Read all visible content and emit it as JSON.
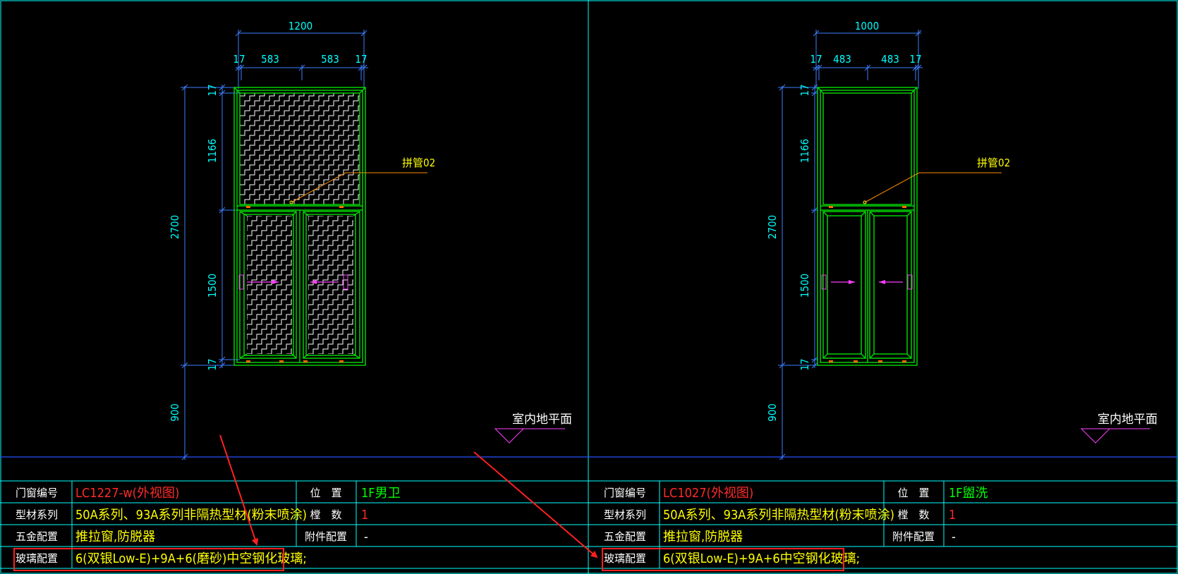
{
  "colors": {
    "background": "#000000",
    "border": "#00ffff",
    "dimension": "#3d7fff",
    "dimension_text": "#00ffff",
    "frame": "#00e000",
    "hatch": "#ffffff",
    "leader": "#ff8c00",
    "leader_text": "#ffff00",
    "hinge": "#ff3fff",
    "code_text": "#ff2a2a",
    "value_text": "#ffff00",
    "location_text": "#00ff00",
    "label_text": "#ffffff",
    "ground_line": "#2850ff",
    "ground_symbol": "#ff3fff",
    "highlight_box": "#ff2020",
    "arrow": "#ff2020"
  },
  "left_window": {
    "dim_total_width": "1200",
    "dim_sub_widths": [
      "17",
      "583",
      "583",
      "17"
    ],
    "dim_total_height": "2700",
    "dim_sub_heights": [
      "17",
      "1166",
      "1500",
      "17"
    ],
    "dim_sill_height": "900",
    "leader_label": "拼管02",
    "glass_pattern": "frosted-hatch",
    "floor_label": "室内地平面"
  },
  "right_window": {
    "dim_total_width": "1000",
    "dim_sub_widths": [
      "17",
      "483",
      "483",
      "17"
    ],
    "dim_total_height": "2700",
    "dim_sub_heights": [
      "17",
      "1166",
      "1500",
      "17"
    ],
    "dim_sill_height": "900",
    "leader_label": "拼管02",
    "glass_pattern": "clear",
    "floor_label": "室内地平面"
  },
  "left_table": {
    "rows": [
      {
        "label": "门窗编号",
        "value": "LC1227-w(外视图)",
        "label2": "位　置",
        "value2": "1F男卫"
      },
      {
        "label": "型材系列",
        "value": "50A系列、93A系列非隔热型材(粉末喷涂)",
        "label2": "樘　数",
        "value2": "1"
      },
      {
        "label": "五金配置",
        "value": "推拉窗,防脱器",
        "label2": "附件配置",
        "value2": "-"
      },
      {
        "label": "玻璃配置",
        "value": "6(双银Low-E)+9A+6(磨砂)中空钢化玻璃;"
      }
    ]
  },
  "right_table": {
    "rows": [
      {
        "label": "门窗编号",
        "value": "LC1027(外视图)",
        "label2": "位　置",
        "value2": "1F盥洗"
      },
      {
        "label": "型材系列",
        "value": "50A系列、93A系列非隔热型材(粉末喷涂)",
        "label2": "樘　数",
        "value2": "1"
      },
      {
        "label": "五金配置",
        "value": "推拉窗,防脱器",
        "label2": "附件配置",
        "value2": "-"
      },
      {
        "label": "玻璃配置",
        "value": "6(双银Low-E)+9A+6中空钢化玻璃;"
      }
    ]
  }
}
